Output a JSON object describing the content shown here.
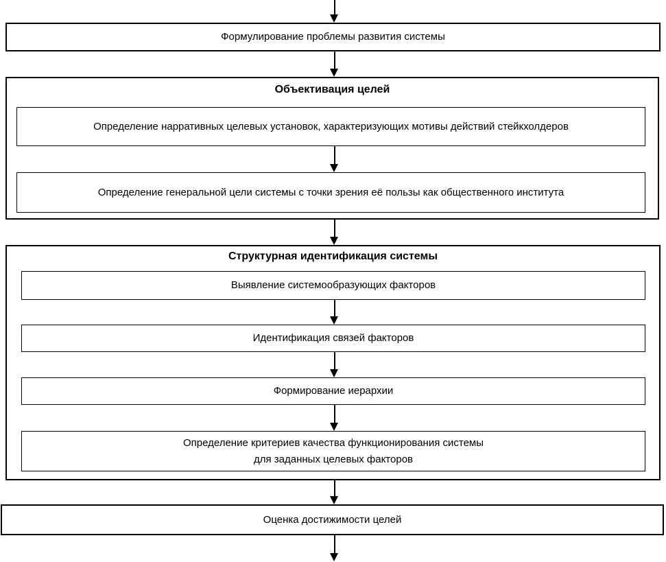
{
  "diagram": {
    "type": "flowchart",
    "direction": "top-down",
    "colors": {
      "line": "#000000",
      "background": "#ffffff",
      "text": "#000000"
    },
    "nodes": {
      "problem": {
        "label": "Формулирование проблемы развития системы"
      },
      "objectivation": {
        "title": "Объективация целей",
        "children": {
          "narrative": {
            "label": "Определение нарративных целевых установок, характеризующих мотивы действий стейкхолдеров"
          },
          "general_goal": {
            "label": "Определение генеральной цели системы с точки зрения её пользы как общественного института"
          }
        }
      },
      "structural": {
        "title": "Структурная идентификация системы",
        "children": {
          "factors": {
            "label": "Выявление системообразующих факторов"
          },
          "links": {
            "label": "Идентификация связей факторов"
          },
          "hierarchy": {
            "label": "Формирование иерархии"
          },
          "criteria": {
            "label_line1": "Определение критериев качества функционирования системы",
            "label_line2": "для заданных целевых факторов"
          }
        }
      },
      "assessment": {
        "label": "Оценка достижимости целей"
      }
    }
  }
}
